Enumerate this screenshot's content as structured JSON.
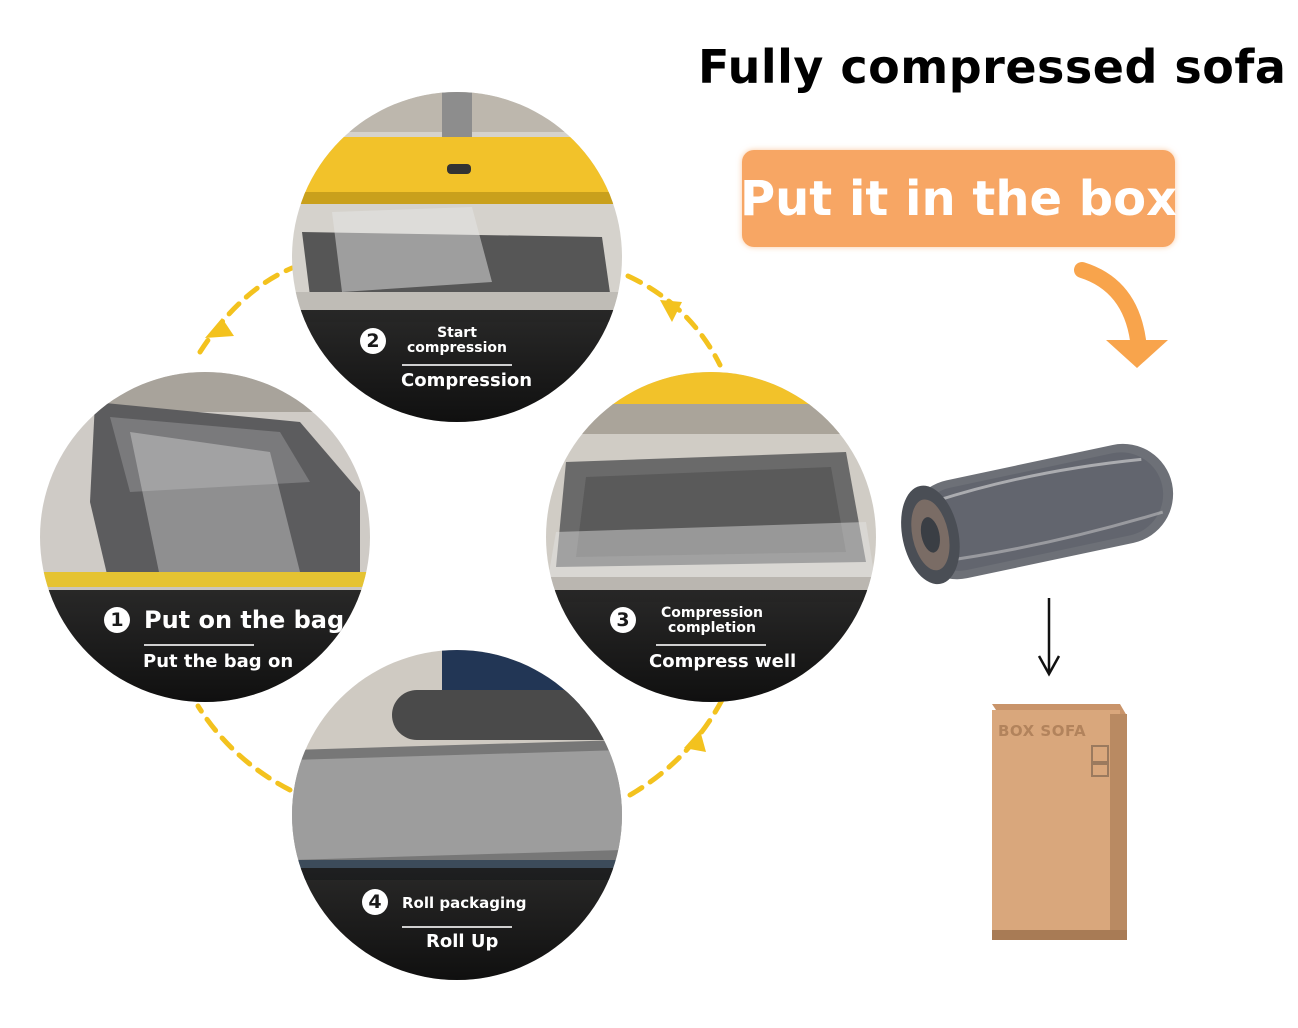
{
  "title": "Fully compressed sofa",
  "box_label": "Put it in the box",
  "package_label": "BOX SOFA",
  "steps": [
    {
      "number": "1",
      "title": "Put on the bag",
      "subtitle": "Put the bag on"
    },
    {
      "number": "2",
      "title_line1": "Start",
      "title_line2": "compression",
      "subtitle": "Compression"
    },
    {
      "number": "3",
      "title_line1": "Compression",
      "title_line2": "completion",
      "subtitle": "Compress well"
    },
    {
      "number": "4",
      "title": "Roll packaging",
      "subtitle": "Roll Up"
    }
  ],
  "colors": {
    "label_bg": "#f7a664",
    "arrow_orange": "#f8a44c",
    "dashed_cycle": "#f3c21e",
    "caption_band": "#161616",
    "cardboard": "#d9a77c"
  }
}
